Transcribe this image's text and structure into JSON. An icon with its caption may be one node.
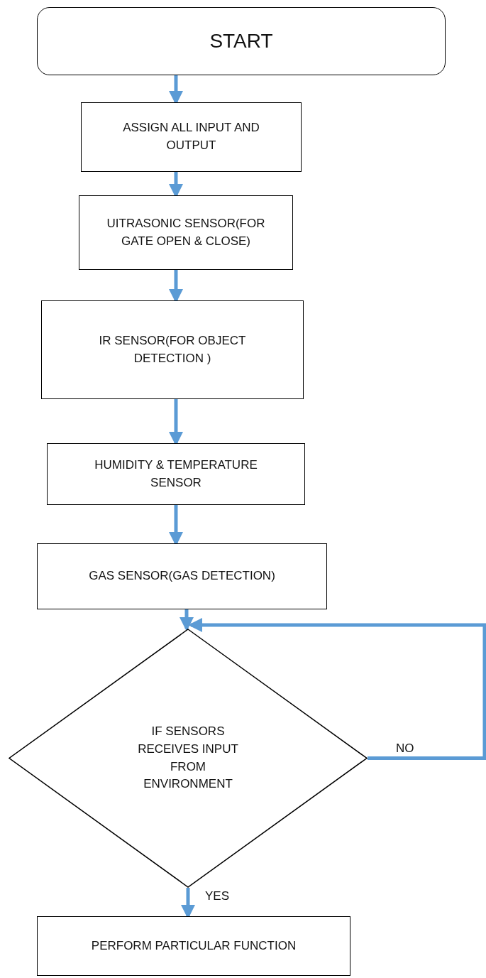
{
  "diagram": {
    "nodes": [
      {
        "text": [
          "START"
        ]
      },
      {
        "text": [
          "ASSIGN ALL INPUT AND OUTPUT"
        ]
      },
      {
        "text": [
          "UITRASONIC SENSOR(FOR GATE OPEN & CLOSE)"
        ]
      },
      {
        "text": [
          "IR SENSOR(FOR OBJECT DETECTION )"
        ]
      },
      {
        "text": [
          "HUMIDITY & TEMPERATURE SENSOR"
        ]
      },
      {
        "text": [
          "GAS SENSOR(GAS DETECTION)"
        ]
      },
      {
        "text": [
          "IF SENSORS RECEIVES INPUT FROM ENVIRONMENT"
        ]
      },
      {
        "text": [
          "PERFORM PARTICULAR FUNCTION"
        ]
      }
    ],
    "edges": [
      {
        "from": 0,
        "to": 1,
        "arrow": "to"
      },
      {
        "from": 1,
        "to": 2,
        "arrow": "to"
      },
      {
        "from": 2,
        "to": 3,
        "arrow": "to"
      },
      {
        "from": 3,
        "to": 4,
        "arrow": "to"
      },
      {
        "from": 4,
        "to": 5,
        "arrow": "to"
      },
      {
        "from": 5,
        "to": 6,
        "arrow": "to"
      },
      {
        "from": 6,
        "to": 6,
        "arrow": "to",
        "label": "NO"
      },
      {
        "from": 6,
        "to": 7,
        "arrow": "to",
        "label": "YES"
      }
    ]
  }
}
